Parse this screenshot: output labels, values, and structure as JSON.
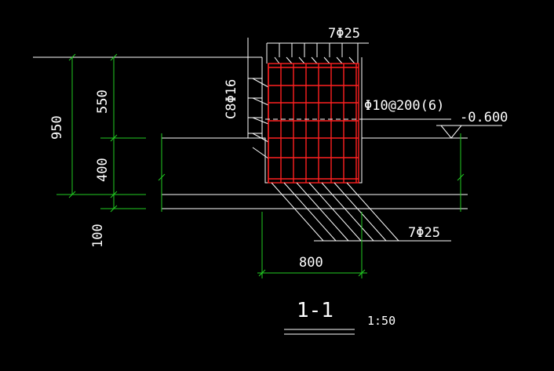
{
  "drawing": {
    "top_bar_label": "7Φ25",
    "stirrup_vertical_label": "C8Φ16",
    "distribution_label": "Φ10@200(6)",
    "elevation_label": "-0.600",
    "bottom_bar_label": "7Φ25",
    "dim_total": "950",
    "dim_upper": "550",
    "dim_lower": "400",
    "dim_slab": "100",
    "dim_width": "800",
    "section_title": "1-1",
    "scale": "1:50"
  },
  "colors": {
    "background": "#000000",
    "lines": "#ffffff",
    "dimensions": "#22cc22",
    "rebar": "#ff2020"
  }
}
